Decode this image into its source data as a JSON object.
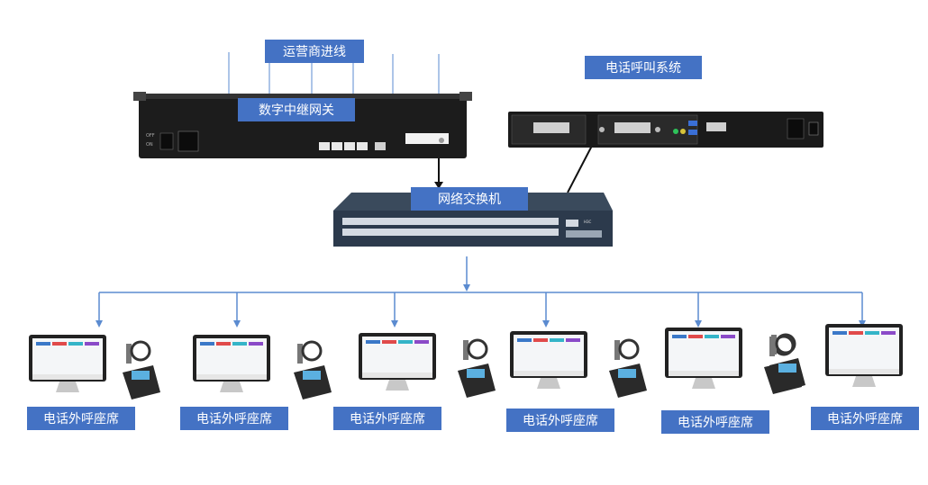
{
  "labels": {
    "carrier_line": "运营商进线",
    "digital_gateway": "数字中继网关",
    "call_system": "电话呼叫系统",
    "network_switch": "网络交换机",
    "seat": "电话外呼座席"
  },
  "seats": [
    {
      "label": "电话外呼座席"
    },
    {
      "label": "电话外呼座席"
    },
    {
      "label": "电话外呼座席"
    },
    {
      "label": "电话外呼座席"
    },
    {
      "label": "电话外呼座席"
    },
    {
      "label": "电话外呼座席"
    }
  ],
  "colors": {
    "label_bg": "#4472c4",
    "line": "#5b8bd0",
    "device": "#1f1f1f"
  }
}
